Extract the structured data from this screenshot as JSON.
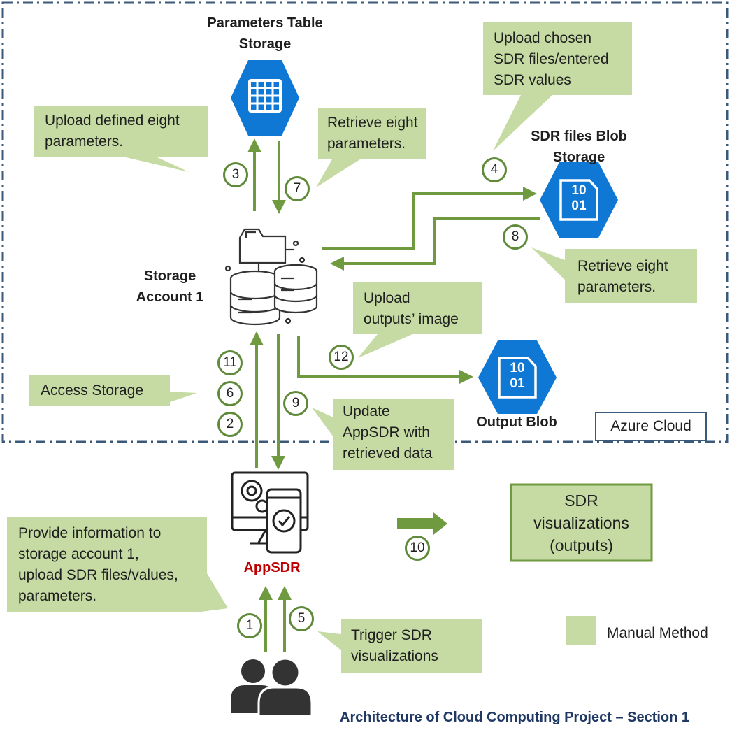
{
  "title": "Architecture of Cloud Computing Project – Section 1",
  "azure_cloud_label": "Azure Cloud",
  "nodes": {
    "parameters_table_storage": "Parameters Table\nStorage",
    "sdr_files_blob_storage": "SDR files Blob\nStorage",
    "storage_account": "Storage\nAccount  1",
    "output_blob": "Output Blob",
    "app": "AppSDR",
    "outputs_box": "SDR\nvisualizations\n(outputs)",
    "blob_icon_text": "10\n01"
  },
  "callouts": {
    "upload_defined_parameters": "Upload defined eight\nparameters.",
    "retrieve_parameters_top": "Retrieve eight\nparameters.",
    "upload_sdr_files": "Upload chosen\nSDR files/entered\nSDR values",
    "retrieve_parameters_right": "Retrieve eight\nparameters.",
    "upload_outputs_image": "Upload\noutputs’ image",
    "access_storage": "Access Storage",
    "update_appsdr": "Update\nAppSDR with\nretrieved data",
    "provide_information": "Provide information  to\nstorage account 1,\nupload SDR files/values,\nparameters.",
    "trigger_visualizations": "Trigger SDR\nvisualizations"
  },
  "steps": [
    "1",
    "2",
    "3",
    "4",
    "5",
    "6",
    "7",
    "8",
    "9",
    "10",
    "11",
    "12"
  ],
  "legend": {
    "label": "Manual Method"
  },
  "colors": {
    "arrow_green": "#6f9a3f",
    "callout_fill": "#c5dba3",
    "azure_blue": "#0f78d4",
    "dash_border": "#3b5a7a",
    "app_label_red": "#c00000",
    "title_navy": "#1f3864"
  },
  "icons": {
    "table_storage": "table-storage-icon",
    "blob_storage": "blob-storage-icon",
    "storage_account": "storage-account-icon",
    "app": "app-gear-mobile-icon",
    "users": "users-icon"
  }
}
